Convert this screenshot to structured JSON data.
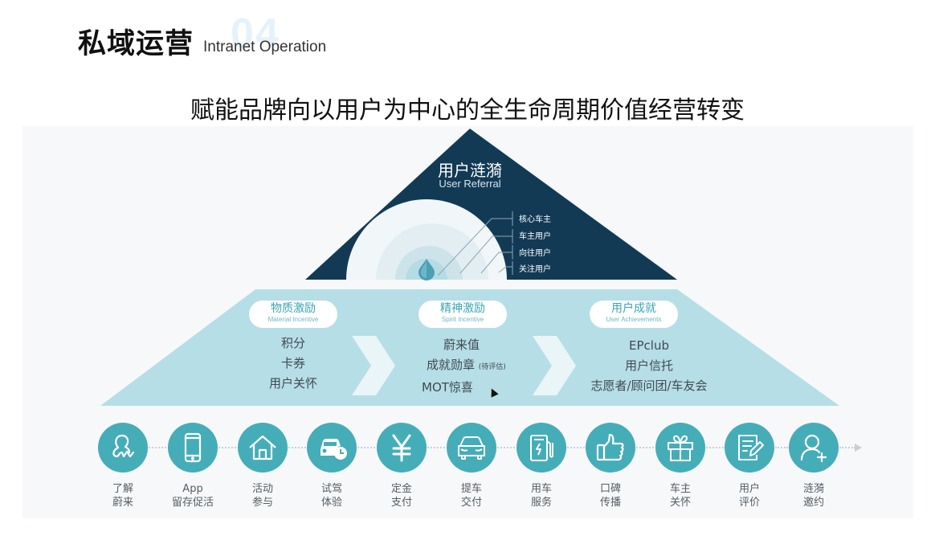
{
  "header": {
    "section_number": "04",
    "title_cn": "私域运营",
    "title_en": "Intranet Operation"
  },
  "subtitle": "赋能品牌向以用户为中心的全生命周期价值经营转变",
  "pyramid": {
    "apex": {
      "title_cn": "用户涟漪",
      "title_en": "User Referral",
      "rings": [
        "核心车主",
        "车主用户",
        "向往用户",
        "关注用户"
      ]
    },
    "base": {
      "columns": [
        {
          "title_cn": "物质激励",
          "title_en": "Material Incentive",
          "items": [
            "积分",
            "卡券",
            "用户关怀"
          ]
        },
        {
          "title_cn": "精神激励",
          "title_en": "Spirit Incentive",
          "items": [
            "蔚来值",
            "成就勋章",
            "MOT惊喜"
          ],
          "item_note": "(待评估)"
        },
        {
          "title_cn": "用户成就",
          "title_en": "User Achievements",
          "items": [
            "EPclub",
            "用户信托",
            "志愿者/顾问团/车友会"
          ]
        }
      ]
    }
  },
  "journey": {
    "steps": [
      {
        "icon": "person-signature-icon",
        "line1": "了解",
        "line2": "蔚来"
      },
      {
        "icon": "smartphone-icon",
        "line1": "App",
        "line2": "留存促活"
      },
      {
        "icon": "house-icon",
        "line1": "活动",
        "line2": "参与"
      },
      {
        "icon": "car-clock-icon",
        "line1": "试驾",
        "line2": "体验"
      },
      {
        "icon": "yen-icon",
        "line1": "定金",
        "line2": "支付"
      },
      {
        "icon": "car-front-icon",
        "line1": "提车",
        "line2": "交付"
      },
      {
        "icon": "charging-station-icon",
        "line1": "用车",
        "line2": "服务"
      },
      {
        "icon": "thumbs-up-icon",
        "line1": "口碑",
        "line2": "传播"
      },
      {
        "icon": "gift-icon",
        "line1": "车主",
        "line2": "关怀"
      },
      {
        "icon": "note-pencil-icon",
        "line1": "用户",
        "line2": "评价"
      },
      {
        "icon": "add-user-icon",
        "line1": "涟漪",
        "line2": "邀约"
      }
    ]
  },
  "colors": {
    "apex_navy": "#123a55",
    "base_light_blue": "#b6dee6",
    "teal_icon": "#45adb8",
    "panel_gray": "#f7f8f9"
  }
}
